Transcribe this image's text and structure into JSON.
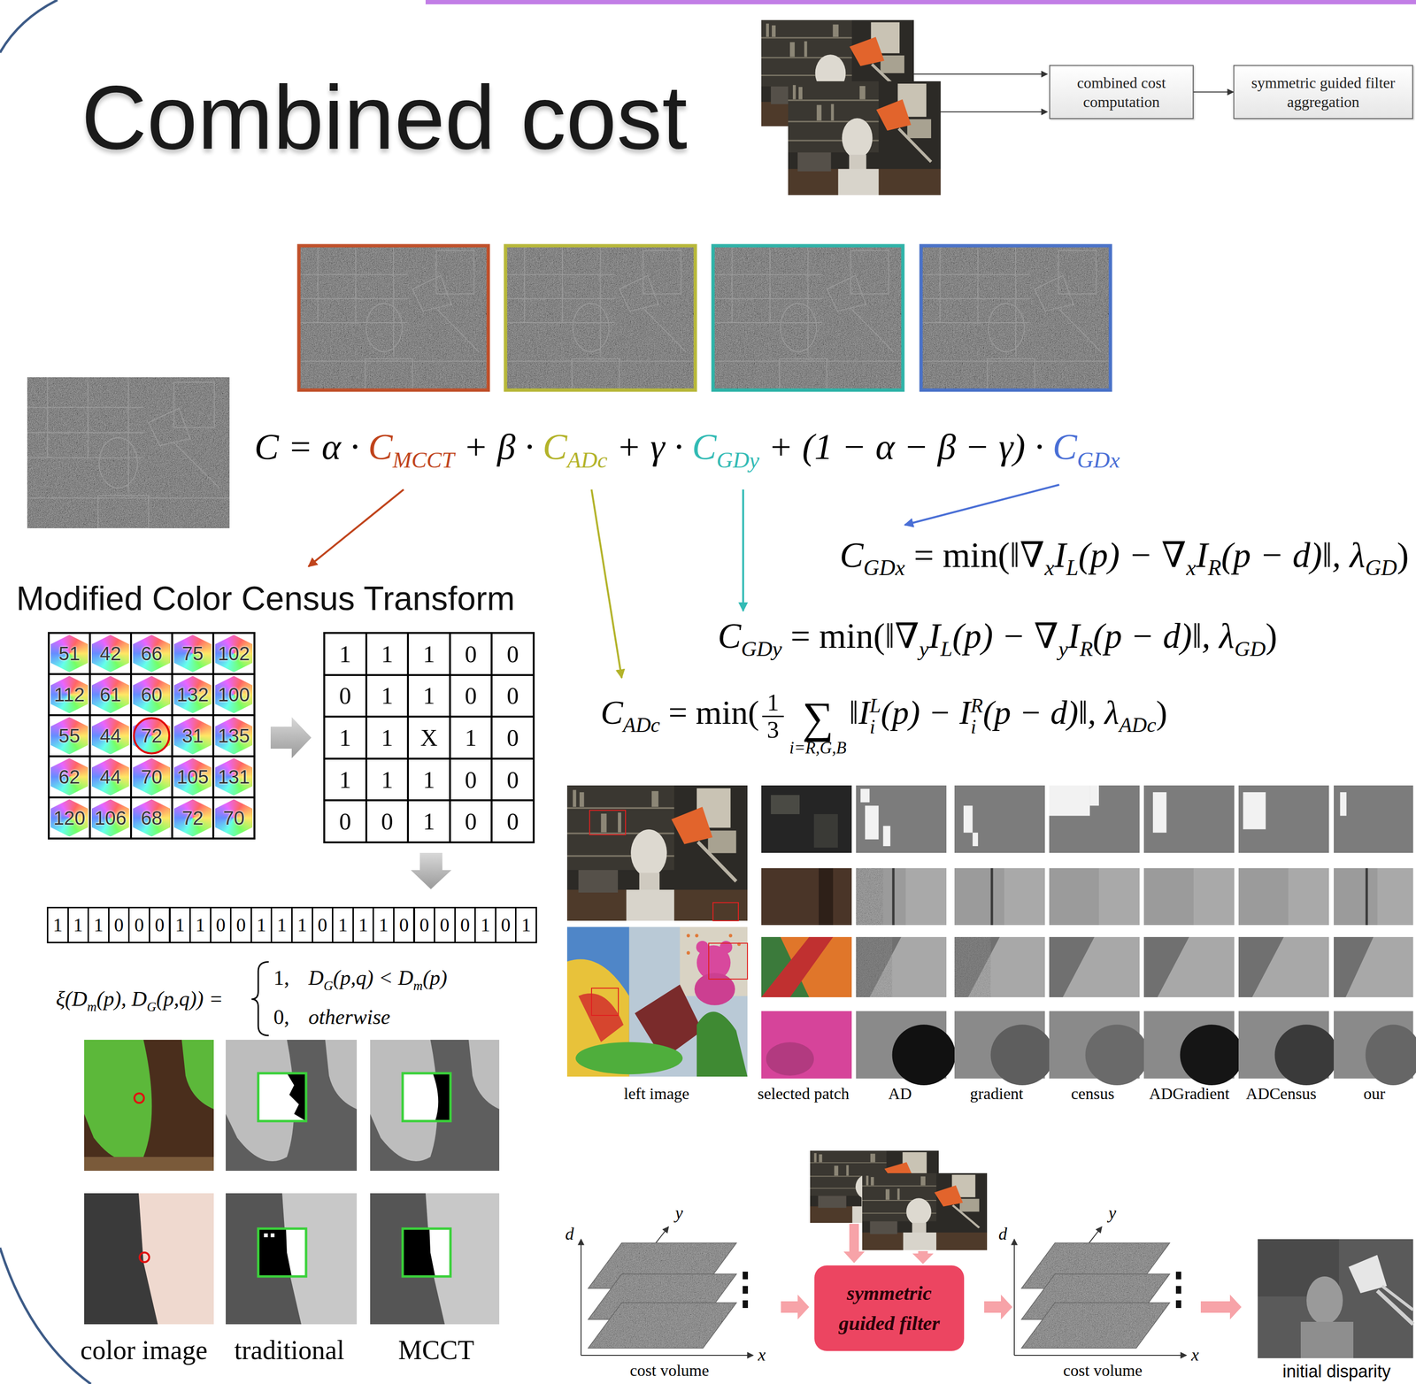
{
  "diagram": {
    "title": "Combined cost",
    "nodes": [
      {
        "text": [
          "combined cost computation"
        ]
      },
      {
        "text": [
          "symmetric guided filter aggregation"
        ]
      },
      {
        "text": [
          "symmetric guided filter"
        ]
      }
    ],
    "edges": [
      {
        "from": 0,
        "to": 1,
        "arrow": "to"
      }
    ],
    "labels": [
      "Modified Color Census Transform",
      "51",
      "42",
      "66",
      "75",
      "102",
      "112",
      "61",
      "60",
      "132",
      "100",
      "55",
      "44",
      "72",
      "31",
      "135",
      "62",
      "44",
      "70",
      "105",
      "131",
      "120",
      "106",
      "68",
      "72",
      "70",
      "1",
      "1",
      "1",
      "0",
      "0",
      "0",
      "1",
      "1",
      "0",
      "0",
      "1",
      "1",
      "X",
      "1",
      "0",
      "1",
      "1",
      "1",
      "0",
      "0",
      "0",
      "0",
      "1",
      "0",
      "0",
      "1",
      "1",
      "1",
      "0",
      "0",
      "0",
      "1",
      "1",
      "0",
      "0",
      "1",
      "1",
      "1",
      "0",
      "1",
      "1",
      "1",
      "0",
      "0",
      "0",
      "0",
      "1",
      "0",
      "1",
      "ξ(D",
      "m",
      "(p), D",
      "G",
      "(p,q)) =",
      "1,",
      "D",
      "G",
      "(p,q) < D",
      "m",
      "(p)",
      "0,",
      "otherwise",
      "color image",
      "traditional",
      "MCCT",
      "C = α · ",
      "C",
      "MCCT",
      " + β · ",
      "C",
      "ADc",
      " + γ · ",
      "C",
      "GDy",
      " + (1 − α − β − γ) · ",
      "C",
      "GDx",
      "C",
      "GDx",
      " = min(‖∇",
      "x",
      "I",
      "L",
      "(p) − ∇",
      "x",
      "I",
      "R",
      "(p − d)‖, λ",
      "GD",
      ")",
      "C",
      "GDy",
      " = min(‖∇",
      "y",
      "I",
      "L",
      "(p) − ∇",
      "y",
      "I",
      "R",
      "(p − d)‖, λ",
      "GD",
      ")",
      "C",
      "ADc",
      " = min(",
      "1",
      "3",
      "∑",
      "i=R,G,B",
      "‖I",
      "L",
      "i",
      "(p) − I",
      "R",
      "i",
      "(p − d)‖, λ",
      "ADc",
      ")",
      "left image",
      "selected patch",
      "AD",
      "gradient",
      "census",
      "ADGradient",
      "ADCensus",
      "our",
      "d",
      "y",
      "x",
      "cost volume",
      "d",
      "y",
      "x",
      "cost volume",
      "initial disparity"
    ]
  }
}
